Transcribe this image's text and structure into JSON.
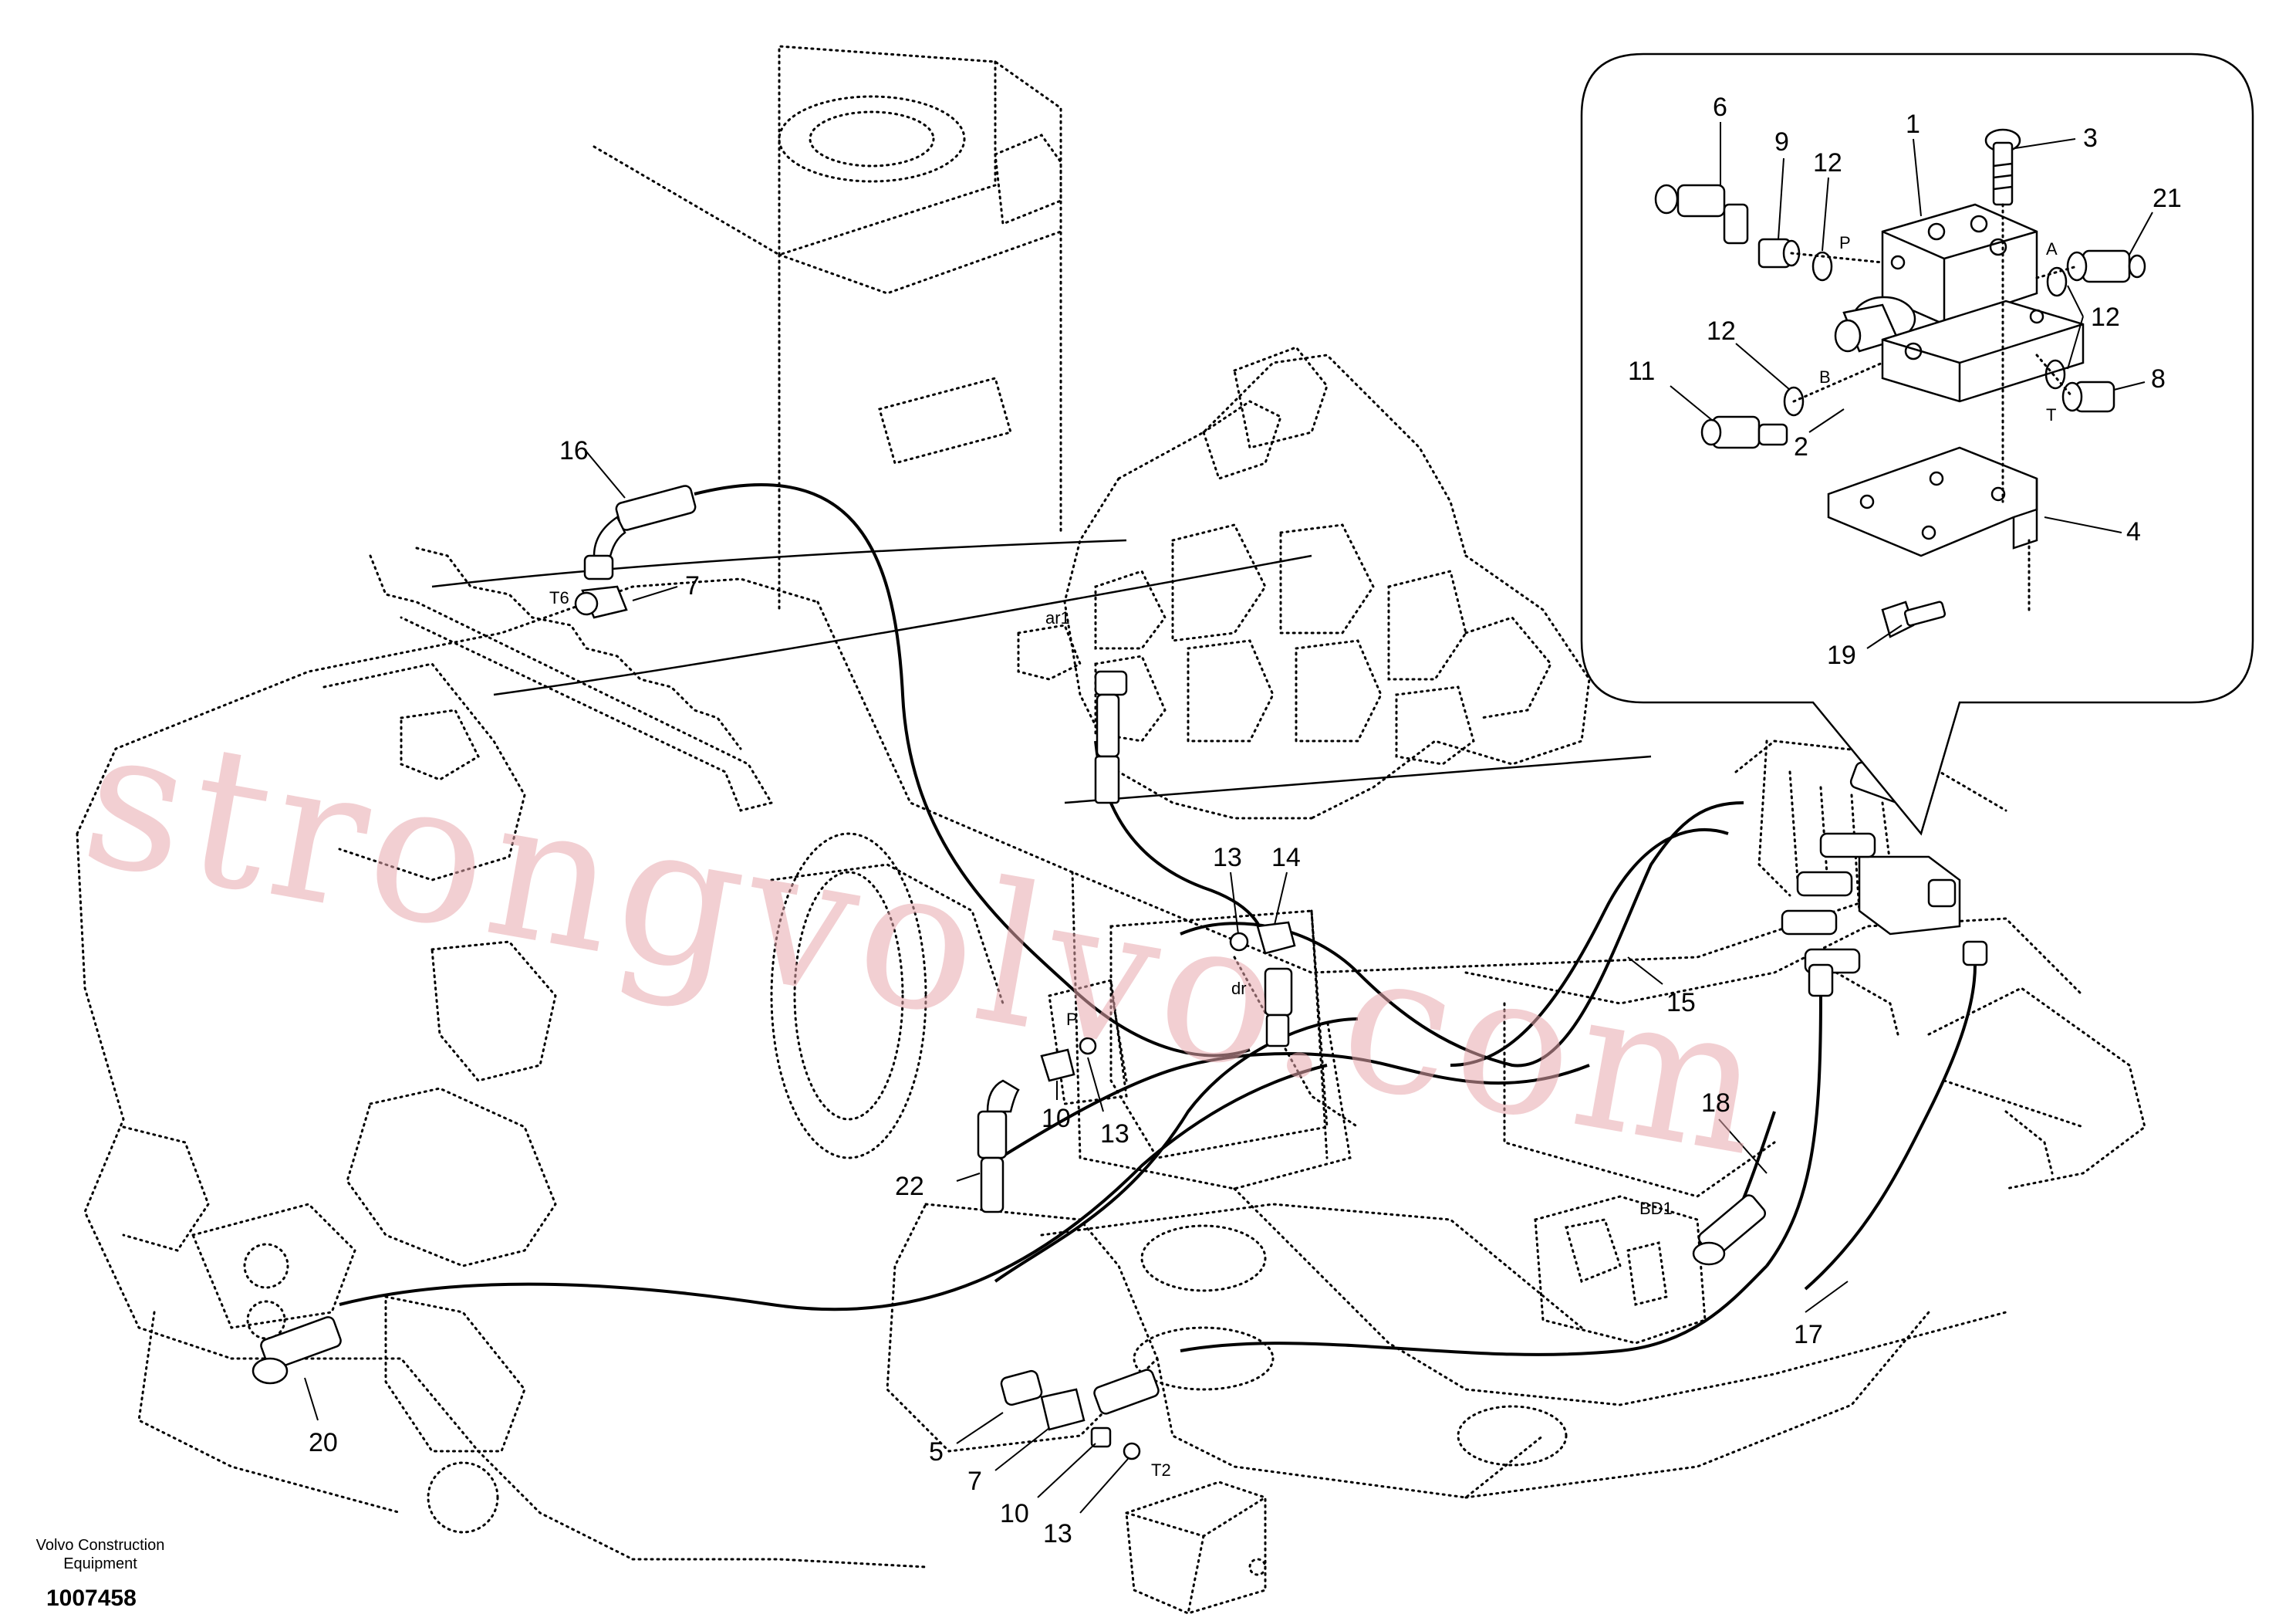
{
  "callouts": {
    "c16": "16",
    "c7a": "7",
    "c13a": "13",
    "c14": "14",
    "c15": "15",
    "c18": "18",
    "c17": "17",
    "c22": "22",
    "c10a": "10",
    "c13b": "13",
    "c20": "20",
    "c5": "5",
    "c7b": "7",
    "c10b": "10",
    "c13c": "13",
    "d6": "6",
    "d9": "9",
    "d12a": "12",
    "d1": "1",
    "d3": "3",
    "d21": "21",
    "d12b": "12",
    "d11": "11",
    "d2": "2",
    "d12c": "12",
    "d8": "8",
    "d4": "4",
    "d19": "19"
  },
  "ports": {
    "T6": "T6",
    "ar1": "ar1",
    "dr": "dr",
    "P_main": "P",
    "BD1": "BD1",
    "T2": "T2",
    "P_detail": "P",
    "A_detail": "A",
    "B_detail": "B",
    "T_detail": "T"
  },
  "watermark": "strongvolvo.com",
  "footer": {
    "company_line1": "Volvo Construction",
    "company_line2": "Equipment",
    "drawing_number": "1007458"
  }
}
